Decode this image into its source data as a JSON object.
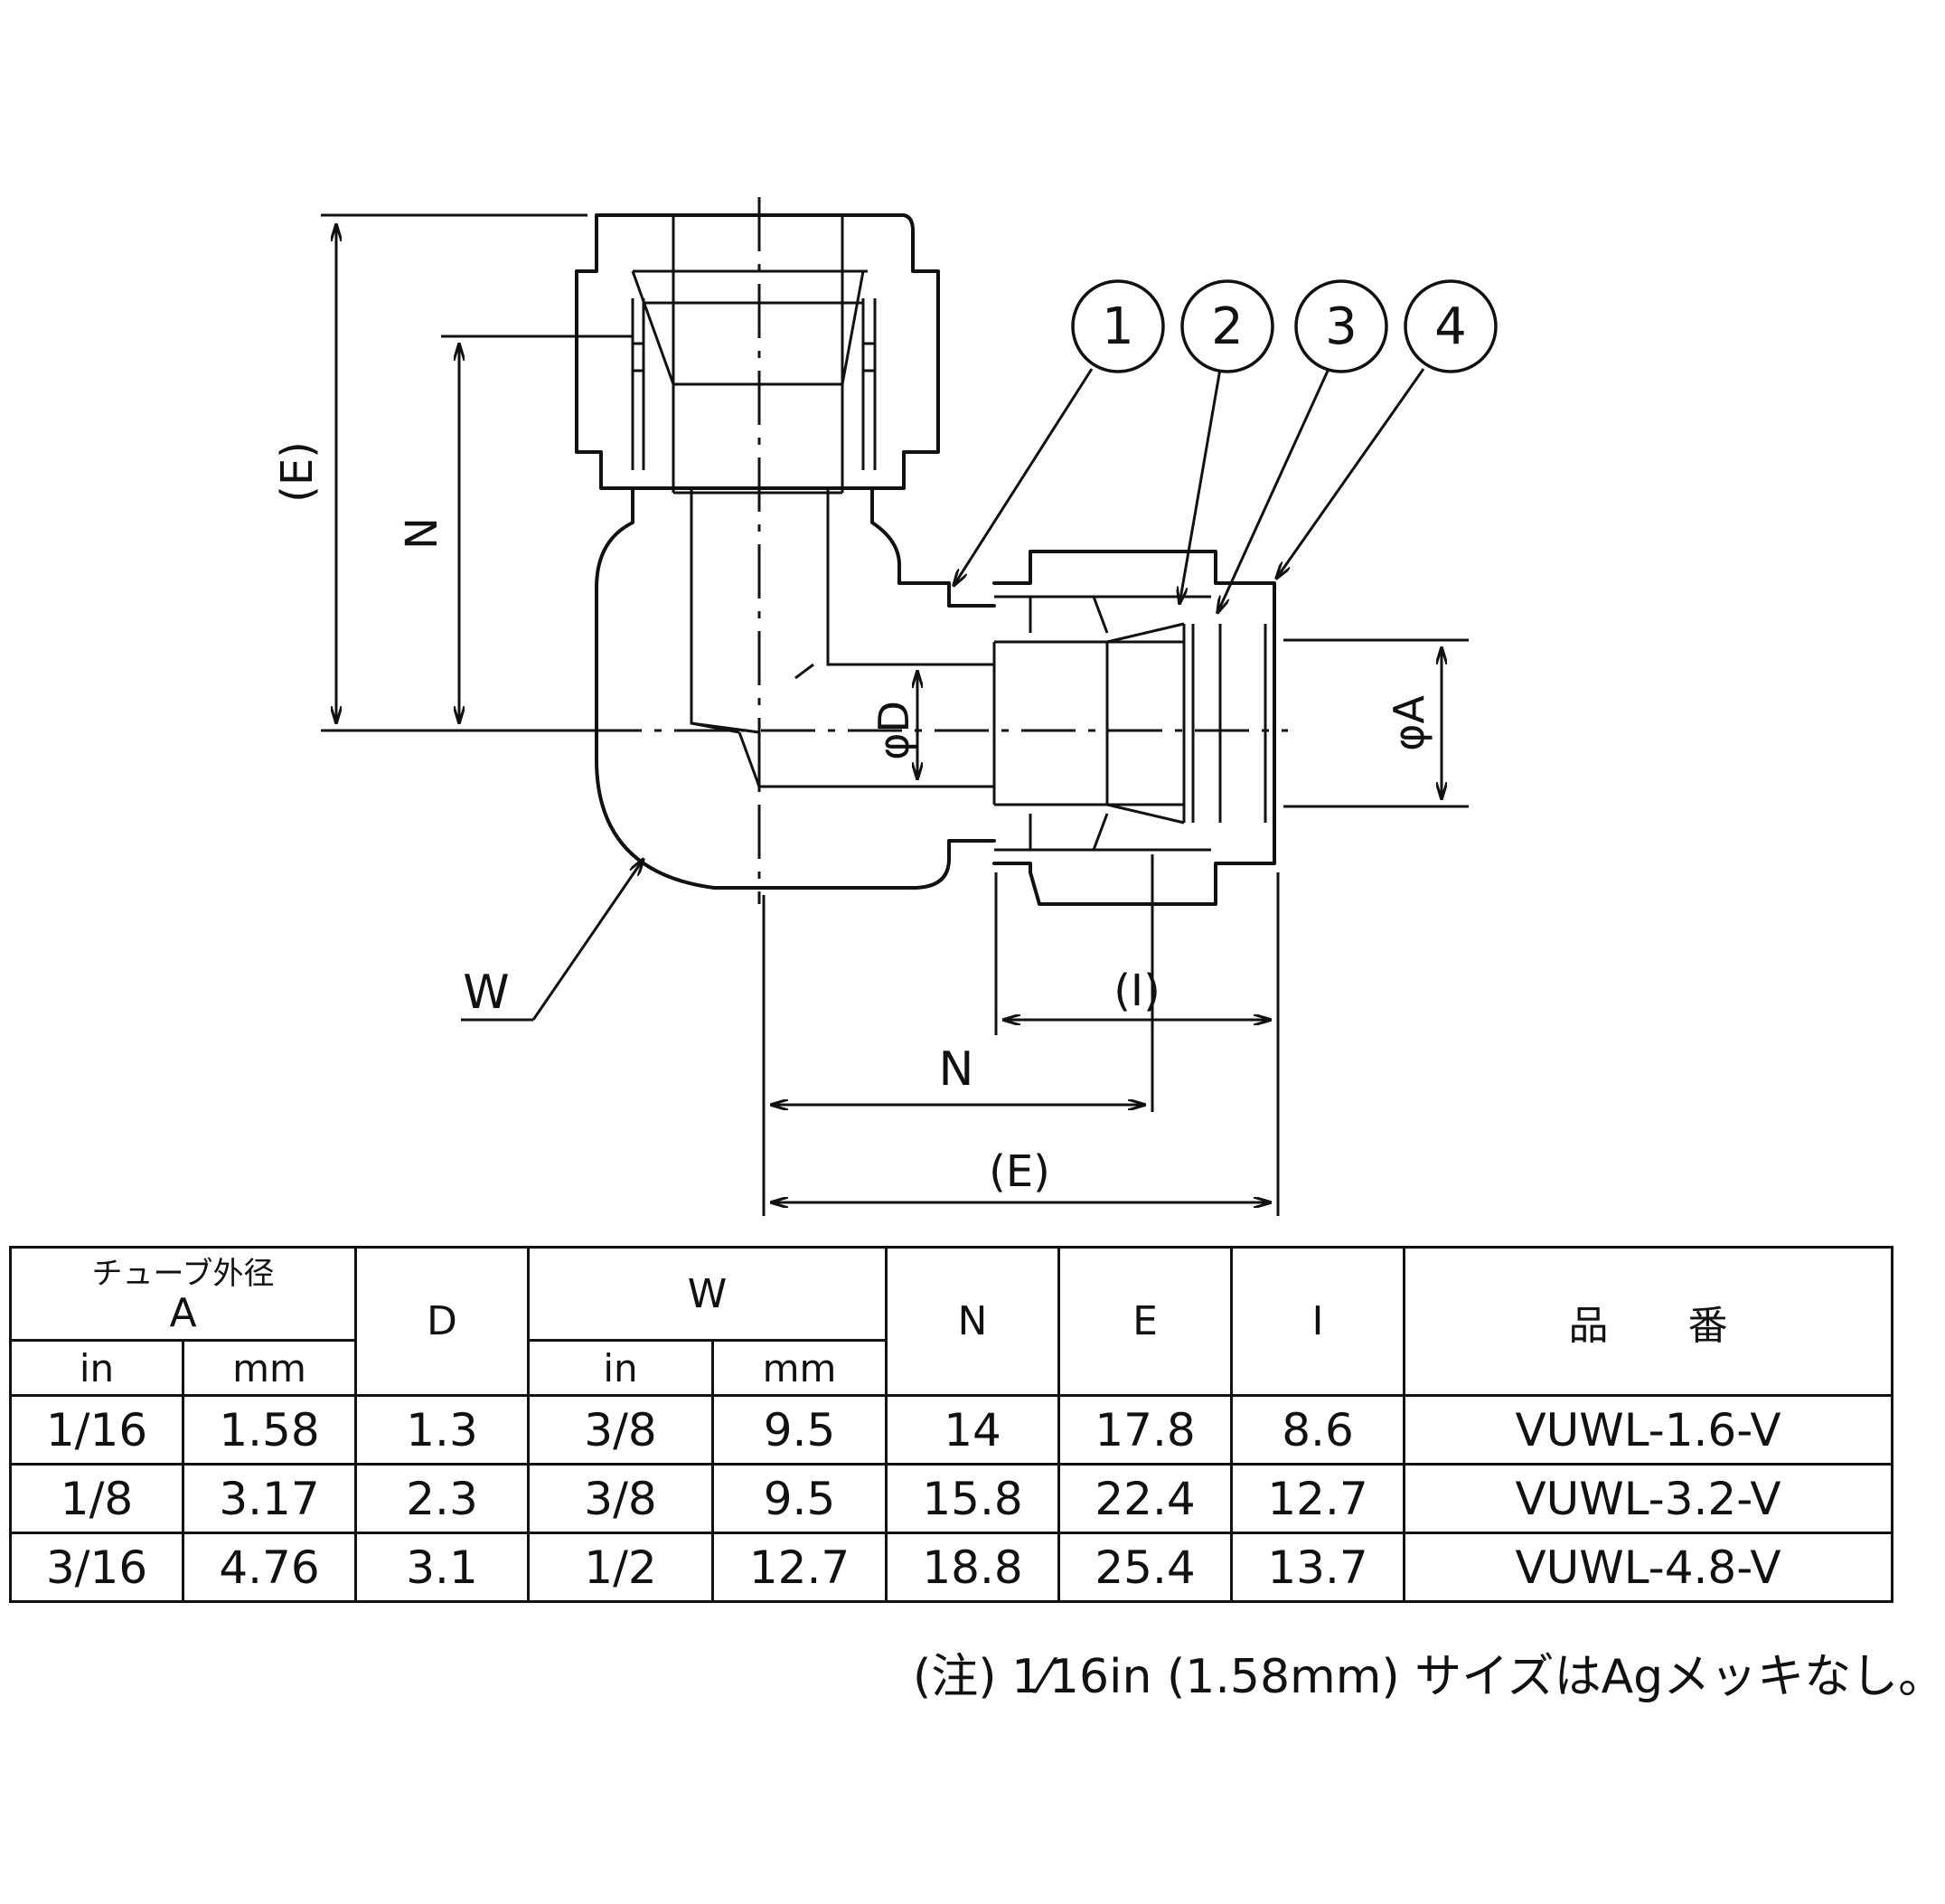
{
  "drawing": {
    "dims": {
      "E_vertical": "(E)",
      "N_vertical": "N",
      "W": "W",
      "phiD": "φD",
      "phiA": "φA",
      "I": "(I)",
      "N_horizontal": "N",
      "E_horizontal": "(E)"
    },
    "balloons": [
      "1",
      "2",
      "3",
      "4"
    ]
  },
  "table": {
    "headers": {
      "tube_top": "チューブ外径",
      "tube_bot": "A",
      "D": "D",
      "W": "W",
      "N": "N",
      "E": "E",
      "I": "I",
      "part_no": "品　　番"
    },
    "subheaders": {
      "a_in": "in",
      "a_mm": "mm",
      "w_in": "in",
      "w_mm": "mm"
    },
    "rows": [
      {
        "a_in": "1/16",
        "a_mm": "1.58",
        "d": "1.3",
        "w_in": "3/8",
        "w_mm": "9.5",
        "n": "14",
        "e": "17.8",
        "i": "8.6",
        "part": "VUWL-1.6-V"
      },
      {
        "a_in": "1/8",
        "a_mm": "3.17",
        "d": "2.3",
        "w_in": "3/8",
        "w_mm": "9.5",
        "n": "15.8",
        "e": "22.4",
        "i": "12.7",
        "part": "VUWL-3.2-V"
      },
      {
        "a_in": "3/16",
        "a_mm": "4.76",
        "d": "3.1",
        "w_in": "1/2",
        "w_mm": "12.7",
        "n": "18.8",
        "e": "25.4",
        "i": "13.7",
        "part": "VUWL-4.8-V"
      }
    ]
  },
  "note": "(注) 1⁄16in (1.58mm) サイズはAgメッキなし。"
}
